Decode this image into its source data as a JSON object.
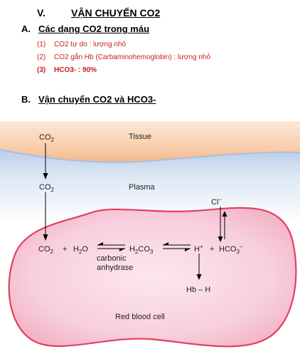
{
  "header": {
    "roman": "V.",
    "title": "VẬN CHUYỂN CO2"
  },
  "sectionA": {
    "letter": "A.",
    "title": "Các dạng CO2 trong máu",
    "items": [
      {
        "num": "(1)",
        "text": "CO2 tự do : lượng nhỏ"
      },
      {
        "num": "(2)",
        "text": "CO2 gắn Hb (Carbaminohemoglobin) : lượng nhỏ"
      },
      {
        "num": "(3)",
        "text": "HCO3- : 90%"
      }
    ]
  },
  "sectionB": {
    "letter": "B.",
    "title": "Vận chuyển CO2 và HCO3-"
  },
  "diagram": {
    "regions": {
      "tissue": "Tissue",
      "plasma": "Plasma",
      "cell": "Red blood cell"
    },
    "co2_tissue": {
      "base": "CO",
      "sub": "2"
    },
    "co2_plasma": {
      "base": "CO",
      "sub": "2"
    },
    "cl": {
      "base": "Cl",
      "sup": "−"
    },
    "equation": {
      "co2": {
        "base": "CO",
        "sub": "2"
      },
      "plus1": "+",
      "h2o": {
        "a": "H",
        "sub": "2",
        "b": "O"
      },
      "h2co3": {
        "a": "H",
        "sub1": "2",
        "b": "CO",
        "sub2": "3"
      },
      "hplus": {
        "base": "H",
        "sup": "+"
      },
      "plus2": "+",
      "hco3": {
        "base": "HCO",
        "sub": "3",
        "sup": "−"
      }
    },
    "enzyme": {
      "line1": "carbonic",
      "line2": "anhydrase"
    },
    "hb": "Hb – H"
  }
}
